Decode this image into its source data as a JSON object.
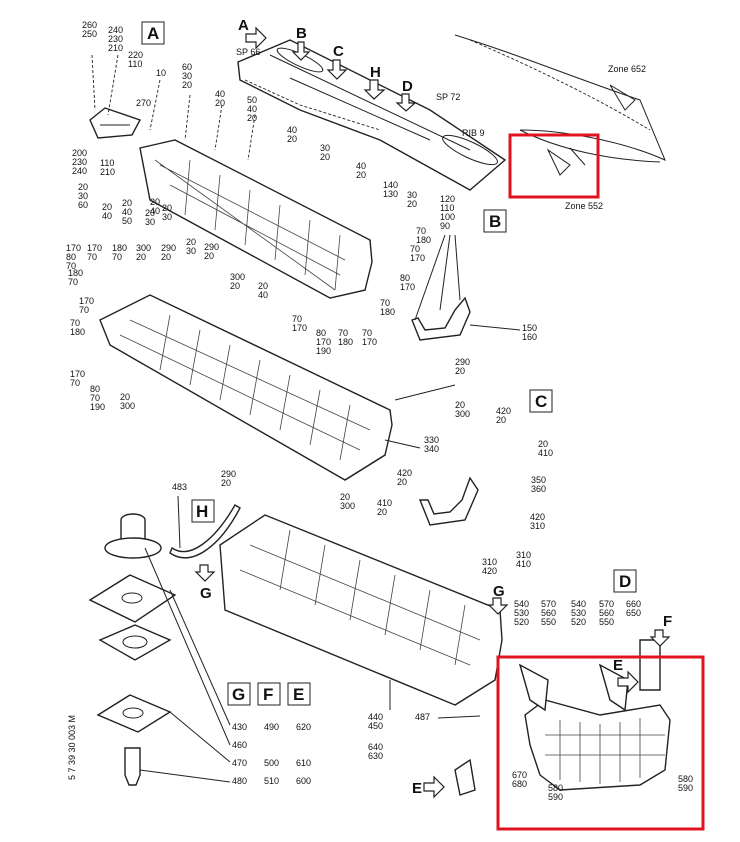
{
  "boxed_labels": {
    "A": "A",
    "B": "B",
    "C": "C",
    "D": "D",
    "G": "G",
    "F": "F",
    "E": "E",
    "H": "H"
  },
  "arrow_letters": {
    "A": "A",
    "B": "B",
    "C": "C",
    "H": "H",
    "D": "D",
    "G_left": "G",
    "G_right": "G",
    "F": "F",
    "E_upper": "E",
    "E_lower": "E"
  },
  "station_labels": {
    "sp66": "SP 66",
    "sp72": "SP 72",
    "rib9": "RIB 9",
    "zone652": "Zone 652",
    "zone552": "Zone 552"
  },
  "drawing_id": "5 7 39 30 003 M",
  "callouts": {
    "c1": "260\n250",
    "c2": "240\n230\n210",
    "c3": "220\n110",
    "c4": "10",
    "c5": "60\n30\n20",
    "c6": "270",
    "c7": "40\n20",
    "c8": "50\n40\n20",
    "c9": "200\n230\n240",
    "c10": "110\n210",
    "c11": "20\n30\n60",
    "c12": "20\n40",
    "c13": "20\n40\n50",
    "c14": "40\n20",
    "c15": "30\n20",
    "c16": "40\n20",
    "c17": "140\n130",
    "c18": "30\n20",
    "c19": "20\n30",
    "c20": "20\n30",
    "c21": "20\n40",
    "c22": "70\n180",
    "c23": "70\n170",
    "c24": "120\n110\n100\n90",
    "c25": "170\n80\n70",
    "c26": "170\n70",
    "c27": "180\n70",
    "c28": "300\n20",
    "c29": "290\n20",
    "c30": "20\n30",
    "c31": "290\n20",
    "c32": "300\n20",
    "c33": "20\n40",
    "c34": "80\n170",
    "c35": "70\n180",
    "c36": "70\n170",
    "c37": "80\n170\n190",
    "c38": "70\n180",
    "c39": "70\n170",
    "c40": "150\n160",
    "c41": "180\n70",
    "c42": "170\n70",
    "c43": "70\n180",
    "c44": "170\n70",
    "c45": "80\n70\n190",
    "c46": "20\n300",
    "c47": "290\n20",
    "c48": "20\n300",
    "c49": "420\n20",
    "c50": "330\n340",
    "c51": "20\n410",
    "c52": "350\n360",
    "c53": "420\n20",
    "c54": "410\n20",
    "c55": "420\n310",
    "c56": "310\n410",
    "c57": "310\n420",
    "c58": "290\n20",
    "c59": "20\n300",
    "c60": "483",
    "c61": "540\n530\n520",
    "c62": "570\n560\n550",
    "c63": "540\n530\n520",
    "c64": "570\n560\n550",
    "c65": "660\n650",
    "c66": "440\n450",
    "c67": "487",
    "c68": "640\n630",
    "c69": "670\n680",
    "c70": "580\n590",
    "c71": "580\n590"
  },
  "legend": {
    "rows": [
      [
        "430",
        "490",
        "620"
      ],
      [
        "460",
        "",
        ""
      ],
      [
        "470",
        "500",
        "610"
      ],
      [
        "480",
        "510",
        "600"
      ]
    ]
  }
}
